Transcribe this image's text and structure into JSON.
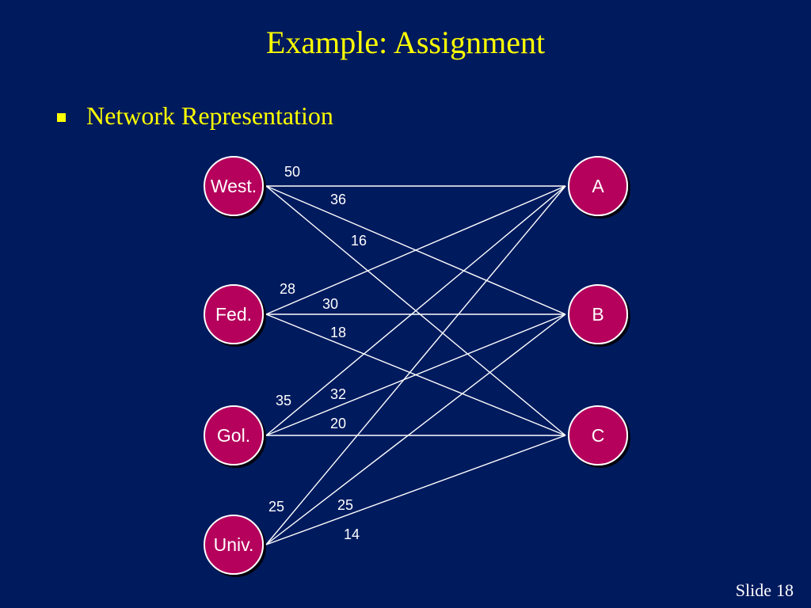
{
  "slide": {
    "title": "Example:  Assignment",
    "bullet": "Network Representation",
    "footer_label": "Slide",
    "footer_number": "18"
  },
  "colors": {
    "background": "#001a5e",
    "title": "#ffff00",
    "node_fill": "#b5005c",
    "node_stroke": "#ffffff",
    "edge": "#ffffff",
    "text": "#ffffff"
  },
  "network": {
    "sources": [
      {
        "id": "west",
        "label": "West."
      },
      {
        "id": "fed",
        "label": "Fed."
      },
      {
        "id": "gol",
        "label": "Gol."
      },
      {
        "id": "univ",
        "label": "Univ."
      }
    ],
    "destinations": [
      {
        "id": "a",
        "label": "A"
      },
      {
        "id": "b",
        "label": "B"
      },
      {
        "id": "c",
        "label": "C"
      }
    ],
    "edges": [
      {
        "from": "west",
        "to": "a",
        "cost": "50"
      },
      {
        "from": "west",
        "to": "b",
        "cost": "36"
      },
      {
        "from": "west",
        "to": "c",
        "cost": "16"
      },
      {
        "from": "fed",
        "to": "a",
        "cost": "28"
      },
      {
        "from": "fed",
        "to": "b",
        "cost": "30"
      },
      {
        "from": "fed",
        "to": "c",
        "cost": "18"
      },
      {
        "from": "gol",
        "to": "a",
        "cost": "35"
      },
      {
        "from": "gol",
        "to": "b",
        "cost": "32"
      },
      {
        "from": "gol",
        "to": "c",
        "cost": "20"
      },
      {
        "from": "univ",
        "to": "a",
        "cost": "25"
      },
      {
        "from": "univ",
        "to": "b",
        "cost": "25"
      },
      {
        "from": "univ",
        "to": "c",
        "cost": "14"
      }
    ]
  }
}
